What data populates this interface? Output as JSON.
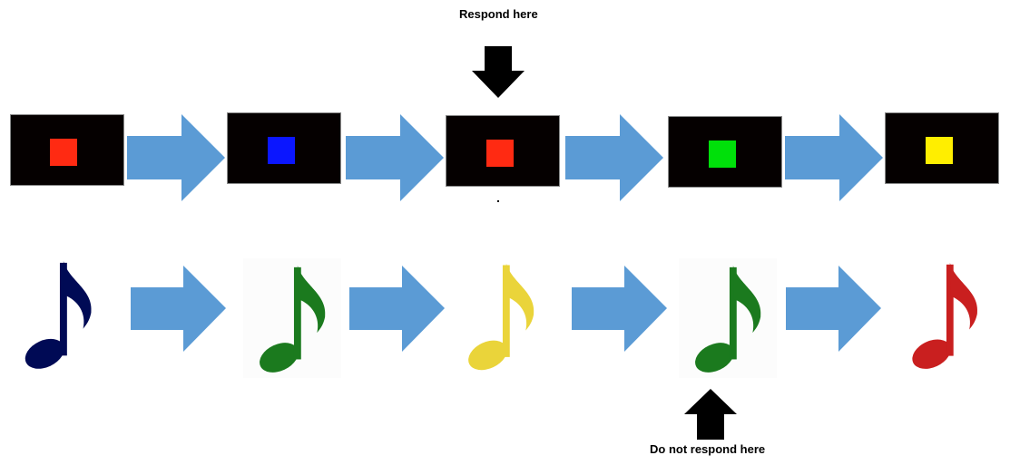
{
  "labels": {
    "respond": "Respond here",
    "do_not_respond": "Do not respond here"
  },
  "visual_sequence": {
    "background": "#050000",
    "squares": [
      {
        "name": "red",
        "color": "#ff2a12"
      },
      {
        "name": "blue",
        "color": "#0b16ff"
      },
      {
        "name": "red",
        "color": "#ff2a12"
      },
      {
        "name": "green",
        "color": "#00e00a"
      },
      {
        "name": "yellow",
        "color": "#ffee00"
      }
    ]
  },
  "auditory_sequence": {
    "notes": [
      {
        "name": "navy",
        "color": "#000a55"
      },
      {
        "name": "green",
        "color": "#1b7a1e"
      },
      {
        "name": "yellow",
        "color": "#ead43a"
      },
      {
        "name": "green",
        "color": "#1b7a1e"
      },
      {
        "name": "red",
        "color": "#c91f1f"
      }
    ]
  },
  "colors": {
    "arrow": "#5b9bd5",
    "pointer": "#000000"
  },
  "icons": {
    "sequence_arrow": "right-arrow-icon",
    "note": "eighth-note-icon",
    "respond_pointer": "down-arrow-icon",
    "no_respond_pointer": "up-arrow-icon"
  }
}
